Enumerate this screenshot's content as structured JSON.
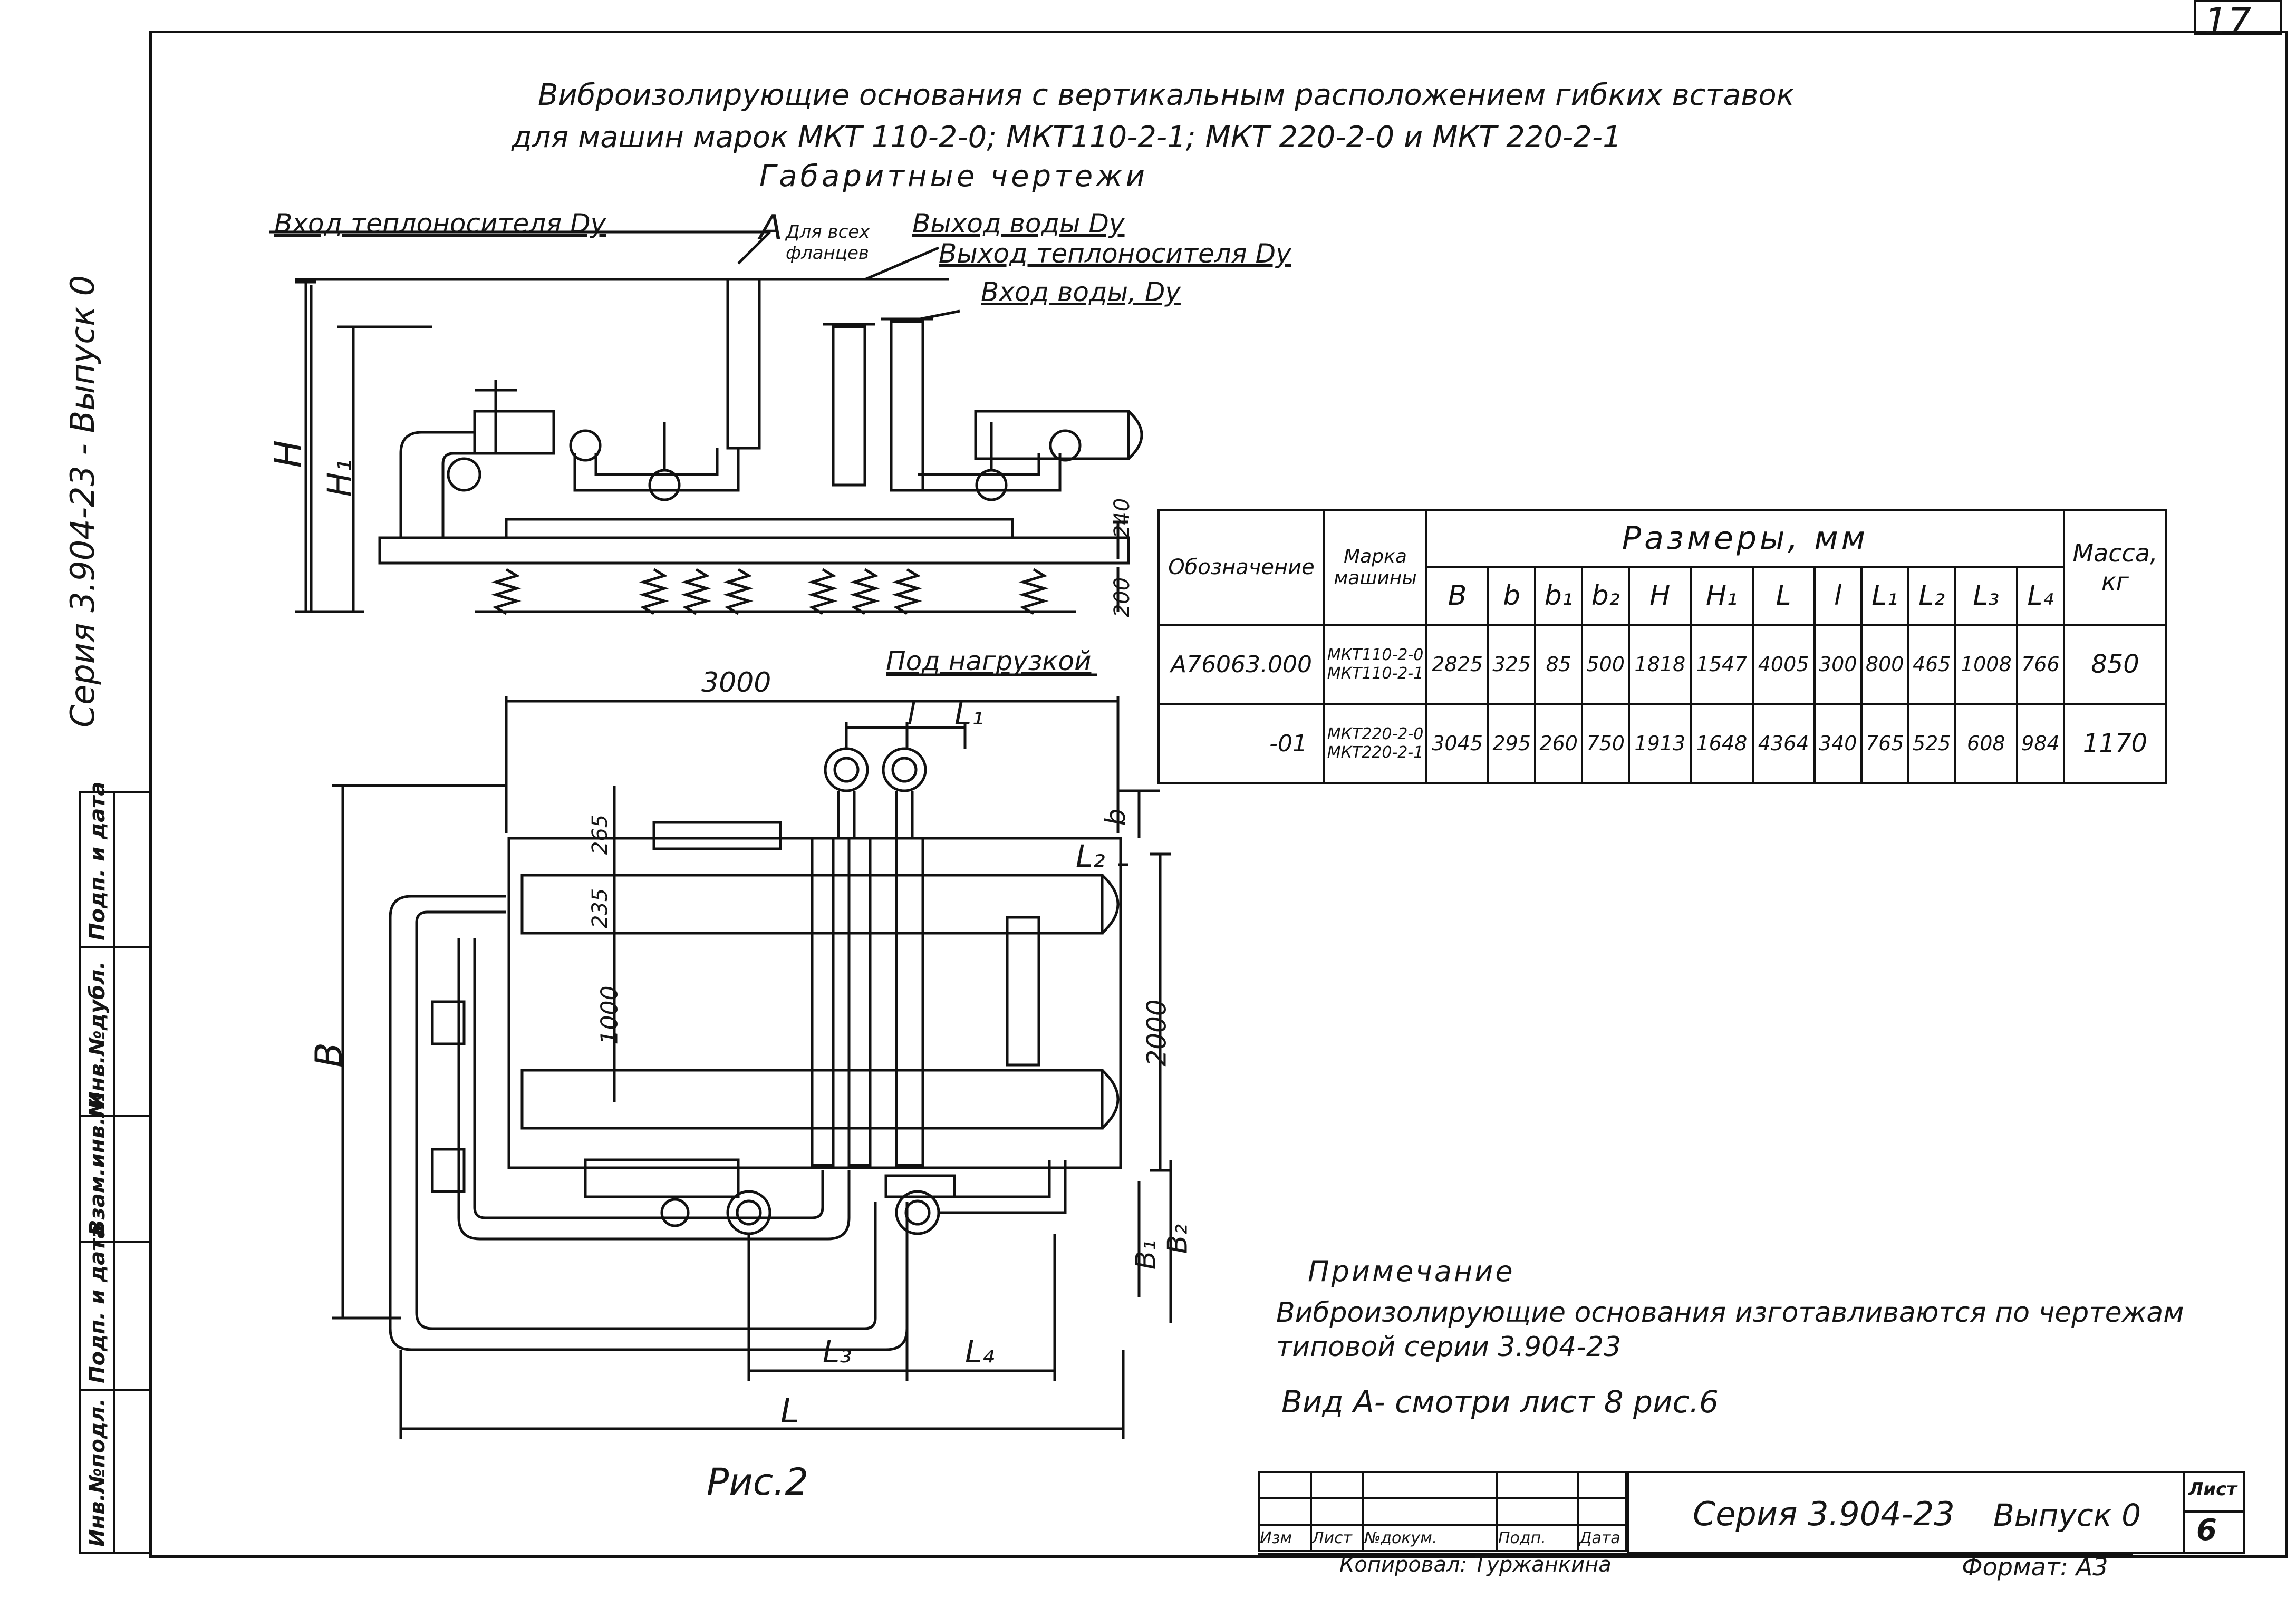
{
  "sheet": {
    "corner_number": "17",
    "side_left": "Серия 3.904-23 - Выпуск 0",
    "side_stamp": [
      "Инв.№подл.",
      "Подп. и дата",
      "Взам.инв.№",
      "Инв.№дубл.",
      "Подп. и дата"
    ]
  },
  "title": {
    "line1": "Виброизолирующие основания с вертикальным расположением гибких вставок",
    "line2": "для машин марок МКТ 110-2-0; МКТ110-2-1; МКТ 220-2-0 и МКТ 220-2-1",
    "line3": "Габаритные чертежи"
  },
  "callouts": {
    "heat_in": "Вход теплоносителя Dу",
    "view_a": "A",
    "all_flanges": "Для всех фланцев",
    "water_out": "Выход воды Dу",
    "heat_out": "Выход теплоносителя Dу",
    "water_in": "Вход воды, Dу",
    "under_load": "Под нагрузкой"
  },
  "dims": {
    "H": "H",
    "H1": "H₁",
    "d240": "240",
    "d200": "200",
    "d3000": "3000",
    "l": "l",
    "l1": "L₁",
    "d265": "265",
    "b": "b",
    "l2": "L₂",
    "d235": "235",
    "d1000": "1000",
    "d2000": "2000",
    "B": "B",
    "B1": "B₁",
    "B2": "B₂",
    "l3": "L₃",
    "l4": "L₄",
    "L": "L"
  },
  "figure_caption": "Рис.2",
  "table": {
    "col_designation": "Обозначение",
    "col_model": "Марка машины",
    "col_sizes": "Размеры, мм",
    "col_mass": "Масса, кг",
    "size_heads": [
      "B",
      "b",
      "b₁",
      "b₂",
      "H",
      "H₁",
      "L",
      "l",
      "L₁",
      "L₂",
      "L₃",
      "L₄"
    ],
    "rows": [
      {
        "designation": "А76063.000",
        "model": "МКТ110-2-0 МКТ110-2-1",
        "values": [
          "2825",
          "325",
          "85",
          "500",
          "1818",
          "1547",
          "4005",
          "300",
          "800",
          "465",
          "1008",
          "766"
        ],
        "mass": "850"
      },
      {
        "designation": "-01",
        "model": "МКТ220-2-0 МКТ220-2-1",
        "values": [
          "3045",
          "295",
          "260",
          "750",
          "1913",
          "1648",
          "4364",
          "340",
          "765",
          "525",
          "608",
          "984"
        ],
        "mass": "1170"
      }
    ]
  },
  "notes": {
    "heading": "Примечание",
    "text1": "Виброизолирующие основания изготавливаются по чертежам",
    "text2": "типовой серии 3.904-23",
    "view_ref": "Вид А- смотри лист 8 рис.6"
  },
  "title_block": {
    "headers": [
      "Изм",
      "Лист",
      "№докум.",
      "Подп.",
      "Дата"
    ],
    "series": "Серия 3.904-23",
    "issue": "Выпуск 0",
    "sheet_label": "Лист",
    "sheet_num": "6",
    "copied_by": "Копировал: Туржанкина",
    "format": "Формат: А3"
  }
}
